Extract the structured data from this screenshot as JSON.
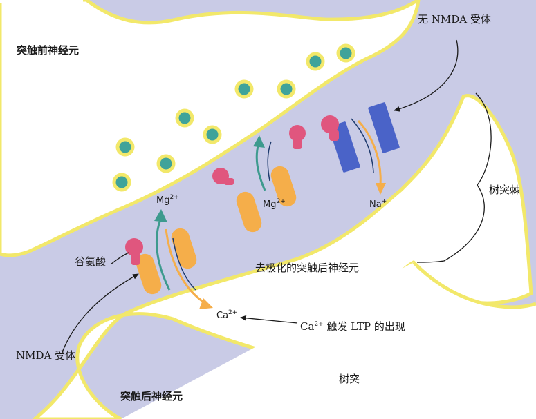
{
  "labels": {
    "presynaptic_neuron": "突触前神经元",
    "no_nmda_receptor": "无 NMDA 受体",
    "dendritic_spine": "树突棘",
    "glutamate": "谷氨酸",
    "depolarized_postsynaptic": "去极化的突触后神经元",
    "nmda_receptor": "NMDA 受体",
    "postsynaptic_neuron": "突触后神经元",
    "dendrite": "树突",
    "ltp_prefix": "Ca",
    "ltp_suffix": " 触发 LTP 的出现"
  },
  "ions": {
    "mg_left": "Mg",
    "mg_mid": "Mg",
    "na": "Na",
    "ca": "Ca",
    "charge_2plus": "2+",
    "charge_plus": "+"
  },
  "colors": {
    "synaptic_cleft": "#c9cbe6",
    "membrane": "#f2e86a",
    "vesicle_ring": "#f2e86a",
    "vesicle_core": "#3fa39a",
    "nmda_receptor": "#f5ae4a",
    "ampa_receptor": "#4a63c8",
    "glutamate": "#e0567e",
    "mg_arrow": "#3d9a8e",
    "ion_arrow": "#f5ae4a"
  }
}
